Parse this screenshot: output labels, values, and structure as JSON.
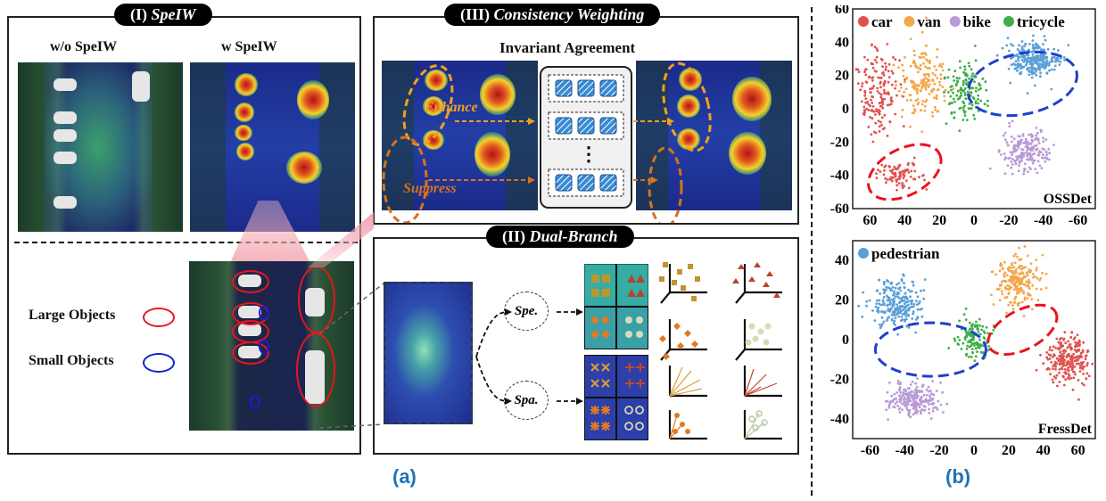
{
  "panel_i": {
    "title_num": "(I)",
    "title_name": "SpeIW",
    "label_without": "w/o SpeIW",
    "label_with": "w SpeIW",
    "legend_large": "Large Objects",
    "legend_small": "Small Objects"
  },
  "panel_iii": {
    "title_num": "(III)",
    "title_name": "Consistency Weighting",
    "subtitle": "Invariant Agreement",
    "enhance_label": "Enhance",
    "suppress_label": "Suppress",
    "ellipsis": "⋮"
  },
  "panel_ii": {
    "title_num": "(II)",
    "title_name": "Dual-Branch",
    "spe_label": "Spe.",
    "spa_label": "Spa."
  },
  "caption_a": "(a)",
  "caption_b": "(b)",
  "colors": {
    "car": "#e0524f",
    "van": "#f4a64a",
    "bike": "#b89ad6",
    "tricycle": "#3fae49",
    "pedestrian": "#5b9fd6",
    "caption": "#1e73b8",
    "large_ring": "#e8151d",
    "small_ring": "#1020d0"
  },
  "chart_data": [
    {
      "type": "scatter",
      "name": "OSSDet",
      "legend": [
        "car",
        "van",
        "bike",
        "tricycle"
      ],
      "xticks": [
        "60",
        "40",
        "20",
        "0",
        "-20",
        "-40",
        "-60"
      ],
      "yticks": [
        "60",
        "40",
        "20",
        "0",
        "-20",
        "-40",
        "-60"
      ],
      "xlim": [
        70,
        -70
      ],
      "ylim": [
        -60,
        60
      ],
      "clusters": [
        {
          "class": "car",
          "cx": 55,
          "cy": 10,
          "sx": 10,
          "sy": 22,
          "n": 170
        },
        {
          "class": "car",
          "cx": 42,
          "cy": -40,
          "sx": 10,
          "sy": 7,
          "n": 90
        },
        {
          "class": "van",
          "cx": 30,
          "cy": 15,
          "sx": 10,
          "sy": 18,
          "n": 170
        },
        {
          "class": "tricycle",
          "cx": 5,
          "cy": 10,
          "sx": 10,
          "sy": 15,
          "n": 140
        },
        {
          "class": "pedestrian",
          "cx": -35,
          "cy": 30,
          "sx": 12,
          "sy": 9,
          "n": 260
        },
        {
          "class": "bike",
          "cx": -30,
          "cy": -25,
          "sx": 11,
          "sy": 10,
          "n": 200
        }
      ]
    },
    {
      "type": "scatter",
      "name": "FressDet",
      "legend": [
        "pedestrian"
      ],
      "xticks": [
        "-60",
        "-40",
        "-20",
        "0",
        "20",
        "40",
        "60"
      ],
      "yticks": [
        "40",
        "20",
        "0",
        "-20",
        "-40"
      ],
      "xlim": [
        -70,
        70
      ],
      "ylim": [
        -50,
        50
      ],
      "clusters": [
        {
          "class": "pedestrian",
          "cx": -45,
          "cy": 18,
          "sx": 11,
          "sy": 10,
          "n": 240
        },
        {
          "class": "van",
          "cx": 25,
          "cy": 30,
          "sx": 10,
          "sy": 11,
          "n": 210
        },
        {
          "class": "tricycle",
          "cx": 0,
          "cy": 0,
          "sx": 8,
          "sy": 8,
          "n": 120
        },
        {
          "class": "car",
          "cx": 55,
          "cy": -10,
          "sx": 10,
          "sy": 10,
          "n": 240
        },
        {
          "class": "bike",
          "cx": -35,
          "cy": -30,
          "sx": 12,
          "sy": 7,
          "n": 220
        }
      ]
    }
  ]
}
